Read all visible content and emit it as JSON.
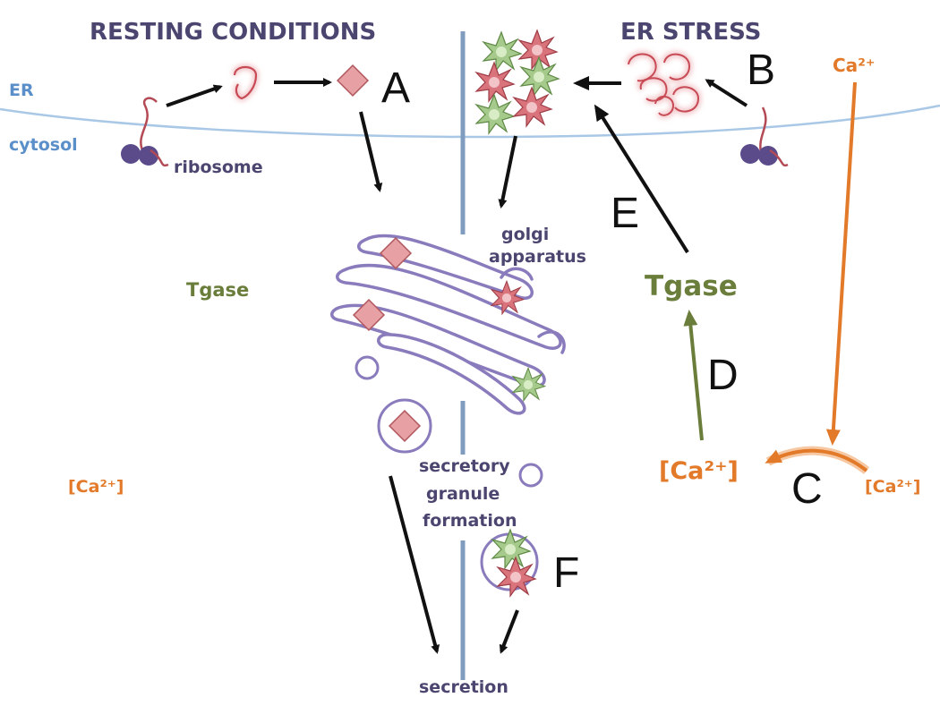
{
  "headings": {
    "left": "RESTING CONDITIONS",
    "right": "ER STRESS"
  },
  "compartments": {
    "er": "ER",
    "cytosol": "cytosol"
  },
  "labels": {
    "ribosome": "ribosome",
    "golgi_line1": "golgi",
    "golgi_line2": "apparatus",
    "tgase_left": "Tgase",
    "tgase_right": "Tgase",
    "granule_line1": "secretory",
    "granule_line2": "granule",
    "granule_line3": "formation",
    "secretion": "secretion",
    "ca_left": "[Ca²⁺]",
    "ca_center": "[Ca²⁺]",
    "ca_right_bracket": "[Ca²⁺]",
    "ca_top": "Ca²⁺"
  },
  "step_letters": [
    "A",
    "B",
    "C",
    "D",
    "E",
    "F"
  ],
  "colors": {
    "heading": "#4a4670",
    "membrane": "#a9c8e6",
    "divider": "#7f9bbd",
    "ribosome": "#5b4b8a",
    "protein_folded": "#e7a0a4",
    "protein_misfolded": "#e06a73",
    "aggregate_green": "#a6c98c",
    "aggregate_red": "#d9737c",
    "golgi": "#8a7bbd",
    "tgase": "#6a7d3a",
    "calcium": "#e27a2a",
    "arrow": "#111111"
  }
}
